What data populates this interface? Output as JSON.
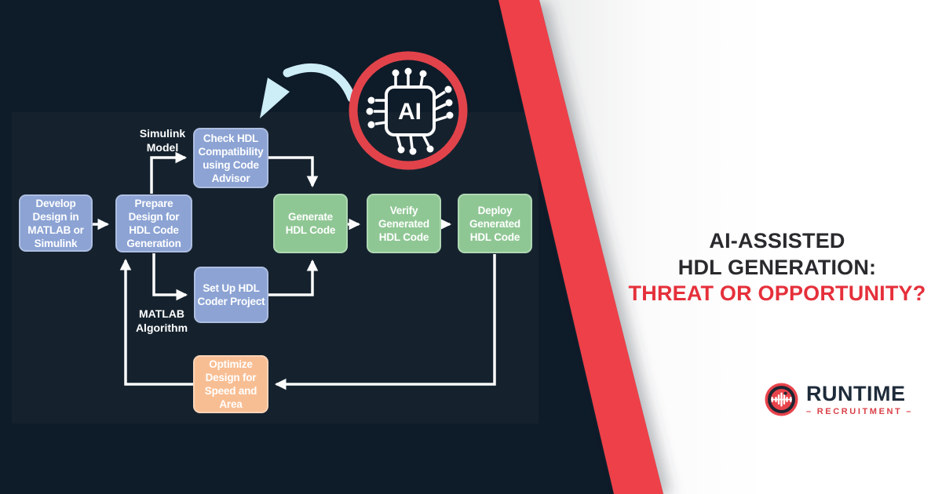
{
  "flowchart": {
    "boxes": [
      {
        "id": "develop",
        "label": "Develop Design in MATLAB or Simulink",
        "color": "blue"
      },
      {
        "id": "prepare",
        "label": "Prepare Design for HDL Code Generation",
        "color": "blue"
      },
      {
        "id": "check",
        "label": "Check HDL Compatibility using Code Advisor",
        "color": "blue"
      },
      {
        "id": "setup",
        "label": "Set Up HDL Coder Project",
        "color": "blue"
      },
      {
        "id": "generate",
        "label": "Generate HDL Code",
        "color": "green"
      },
      {
        "id": "verify",
        "label": "Verify Generated HDL Code",
        "color": "green"
      },
      {
        "id": "deploy",
        "label": "Deploy Generated HDL Code",
        "color": "green"
      },
      {
        "id": "optimize",
        "label": "Optimize Design for Speed and Area",
        "color": "orange"
      }
    ],
    "labels": [
      {
        "id": "simulink",
        "text": "Simulink Model"
      },
      {
        "id": "matlab",
        "text": "MATLAB Algorithm"
      }
    ],
    "edges": [
      {
        "from": "develop",
        "to": "prepare"
      },
      {
        "from": "prepare",
        "to": "check",
        "via": "Simulink Model"
      },
      {
        "from": "check",
        "to": "generate"
      },
      {
        "from": "prepare",
        "to": "setup",
        "via": "MATLAB Algorithm"
      },
      {
        "from": "setup",
        "to": "generate"
      },
      {
        "from": "generate",
        "to": "verify"
      },
      {
        "from": "verify",
        "to": "deploy"
      },
      {
        "from": "deploy",
        "to": "optimize"
      },
      {
        "from": "optimize",
        "to": "prepare"
      }
    ]
  },
  "ai_badge": {
    "text": "AI",
    "icon": "ai-chip-in-circle"
  },
  "curved_arrow": {
    "icon": "brush-curved-arrow",
    "color": "#CDEDF7"
  },
  "headline": {
    "line1": "AI-ASSISTED",
    "line2": "HDL GENERATION:",
    "line3": "THREAT OR OPPORTUNITY?"
  },
  "logo": {
    "name": "RUNTIME",
    "subtitle": "RECRUITMENT",
    "dash": "–",
    "icon": "soundwave-dumbbell-badge"
  },
  "colors": {
    "background_navy": "#0E1B28",
    "panel_navy": "#15222E",
    "stripe_red": "#EE4048",
    "headline_red": "#E5303B",
    "headline_dark": "#2A2A2E",
    "box_blue": "#8CA3D4",
    "box_green": "#8FC794",
    "box_orange": "#F8BE93",
    "arrow_white": "#FCFCFC",
    "curved_arrow_cyan": "#CDEDF7",
    "badge_ring_red": "#E2434B",
    "logo_navy": "#1E2B3A",
    "logo_red": "#D94148"
  }
}
